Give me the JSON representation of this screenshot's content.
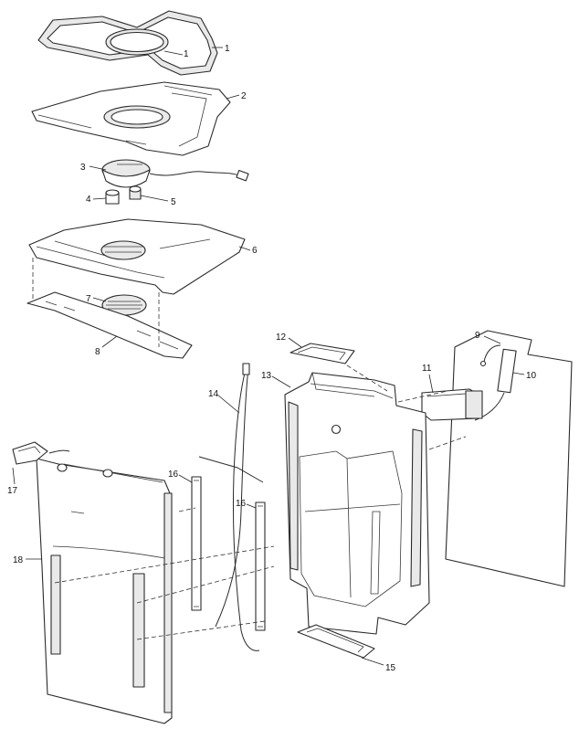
{
  "callouts": [
    {
      "id": "c1a",
      "text": "1"
    },
    {
      "id": "c1b",
      "text": "1"
    },
    {
      "id": "c2",
      "text": "2"
    },
    {
      "id": "c3",
      "text": "3"
    },
    {
      "id": "c4",
      "text": "4"
    },
    {
      "id": "c5",
      "text": "5"
    },
    {
      "id": "c6",
      "text": "6"
    },
    {
      "id": "c7",
      "text": "7"
    },
    {
      "id": "c8",
      "text": "8"
    },
    {
      "id": "c9",
      "text": "9"
    },
    {
      "id": "c10",
      "text": "10"
    },
    {
      "id": "c11",
      "text": "11"
    },
    {
      "id": "c12",
      "text": "12"
    },
    {
      "id": "c13",
      "text": "13"
    },
    {
      "id": "c14",
      "text": "14"
    },
    {
      "id": "c15",
      "text": "15"
    },
    {
      "id": "c16a",
      "text": "16"
    },
    {
      "id": "c16b",
      "text": "16"
    },
    {
      "id": "c17",
      "text": "17"
    },
    {
      "id": "c18",
      "text": "18"
    }
  ]
}
